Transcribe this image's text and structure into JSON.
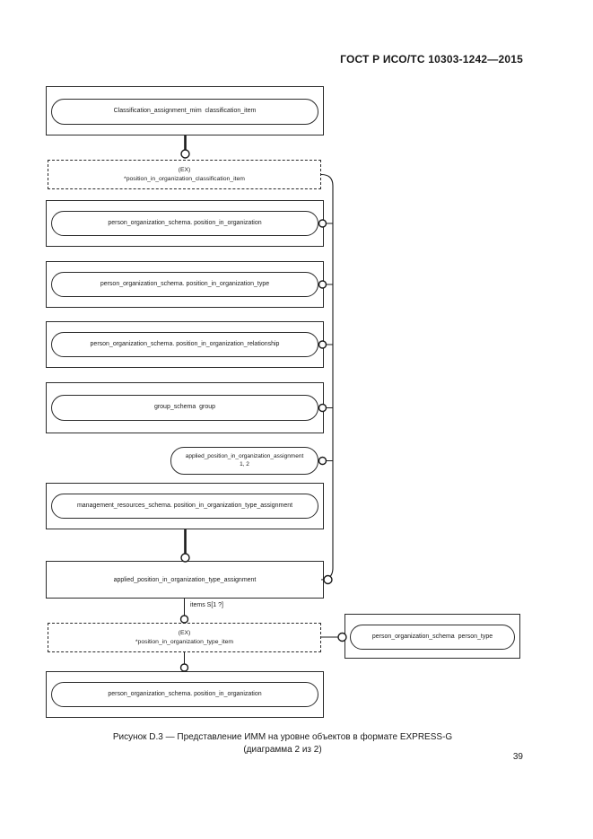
{
  "header": {
    "doc_number": "ГОСТ Р ИСО/ТС 10303-1242—2015"
  },
  "footer": {
    "page_number": "39"
  },
  "caption": {
    "line1": "Рисунок D.3 — Представление ИММ на уровне объектов в формате EXPRESS-G",
    "line2": "(диаграмма 2 из 2)"
  },
  "diagram": {
    "notation": "EXPRESS-G",
    "ink_color": "#1a1a1a",
    "nodes": {
      "classification_assignment": "Classification_assignment_mim  classification_item",
      "ex_classification_item": {
        "line1": "(EX)",
        "line2": "*position_in_organization_classification_item"
      },
      "position_in_organization": "person_organization_schema. position_in_organization",
      "position_in_organization_type": "person_organization_schema. position_in_organization_type",
      "position_in_organization_relationship": "person_organization_schema. position_in_organization_relationship",
      "group": "group_schema  group",
      "applied_assignment": {
        "line1": "applied_position_in_organization_assignment",
        "line2": "1, 2"
      },
      "mr_type_assignment": "management_resources_schema. position_in_organization_type_assignment",
      "applied_type_assignment": "applied_position_in_organization_type_assignment",
      "ex_type_item": {
        "line1": "(EX)",
        "line2": "*position_in_organization_type_item"
      },
      "person_type": "person_organization_schema  person_type",
      "position_in_organization_2": "person_organization_schema. position_in_organization"
    },
    "edge_labels": {
      "items": "items S[1 ?]"
    }
  }
}
